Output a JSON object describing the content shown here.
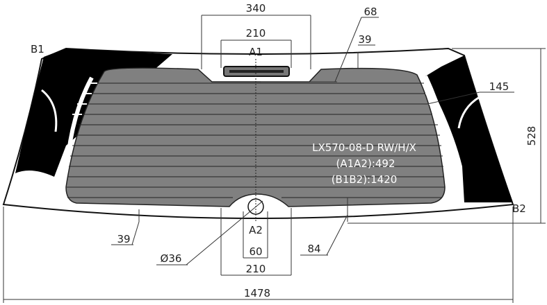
{
  "labels": {
    "b1": "B1",
    "b2": "B2",
    "a1": "A1",
    "a2": "A2"
  },
  "dimensions": {
    "top_outer": "340",
    "top_inner": "210",
    "top_notch": "68",
    "top_margin": "39",
    "side_margin": "145",
    "height": "528",
    "bottom_margin_left": "39",
    "bottom_margin_right": "84",
    "hole_diameter": "Ø36",
    "bottom_small": "60",
    "bottom_inner": "210",
    "total_width": "1478"
  },
  "info": {
    "model": "LX570-08-D RW/H/X",
    "a1a2": "(A1A2):492",
    "b1b2": "(B1B2):1420"
  },
  "colors": {
    "heated_area": "#808080",
    "ceramic_band": "#000000",
    "outline": "#111111"
  }
}
